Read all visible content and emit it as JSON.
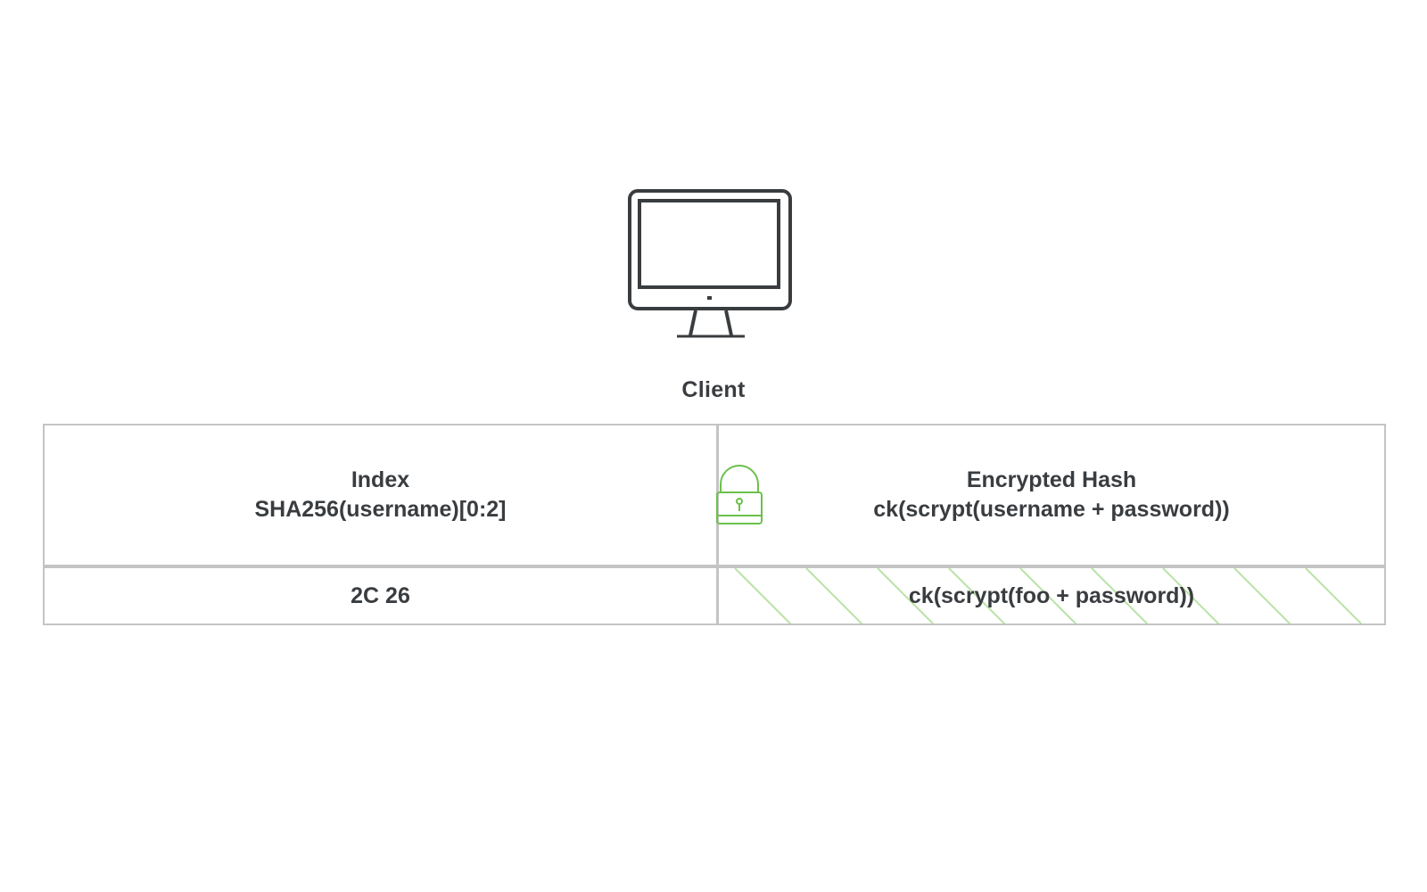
{
  "client": {
    "label": "Client",
    "icon": "monitor-icon"
  },
  "table": {
    "index_header": {
      "title": "Index",
      "subtitle": "SHA256(username)[0:2]"
    },
    "hash_header": {
      "title": "Encrypted Hash",
      "subtitle": "ck(scrypt(username + password))",
      "icon": "lock-icon"
    },
    "row": {
      "index_value": "2C 26",
      "hash_value": "ck(scrypt(foo + password))"
    }
  },
  "colors": {
    "text": "#3a3d40",
    "border": "#c4c4c4",
    "accent_green": "#6cc04a",
    "stripe_green": "#b9e3a5"
  }
}
